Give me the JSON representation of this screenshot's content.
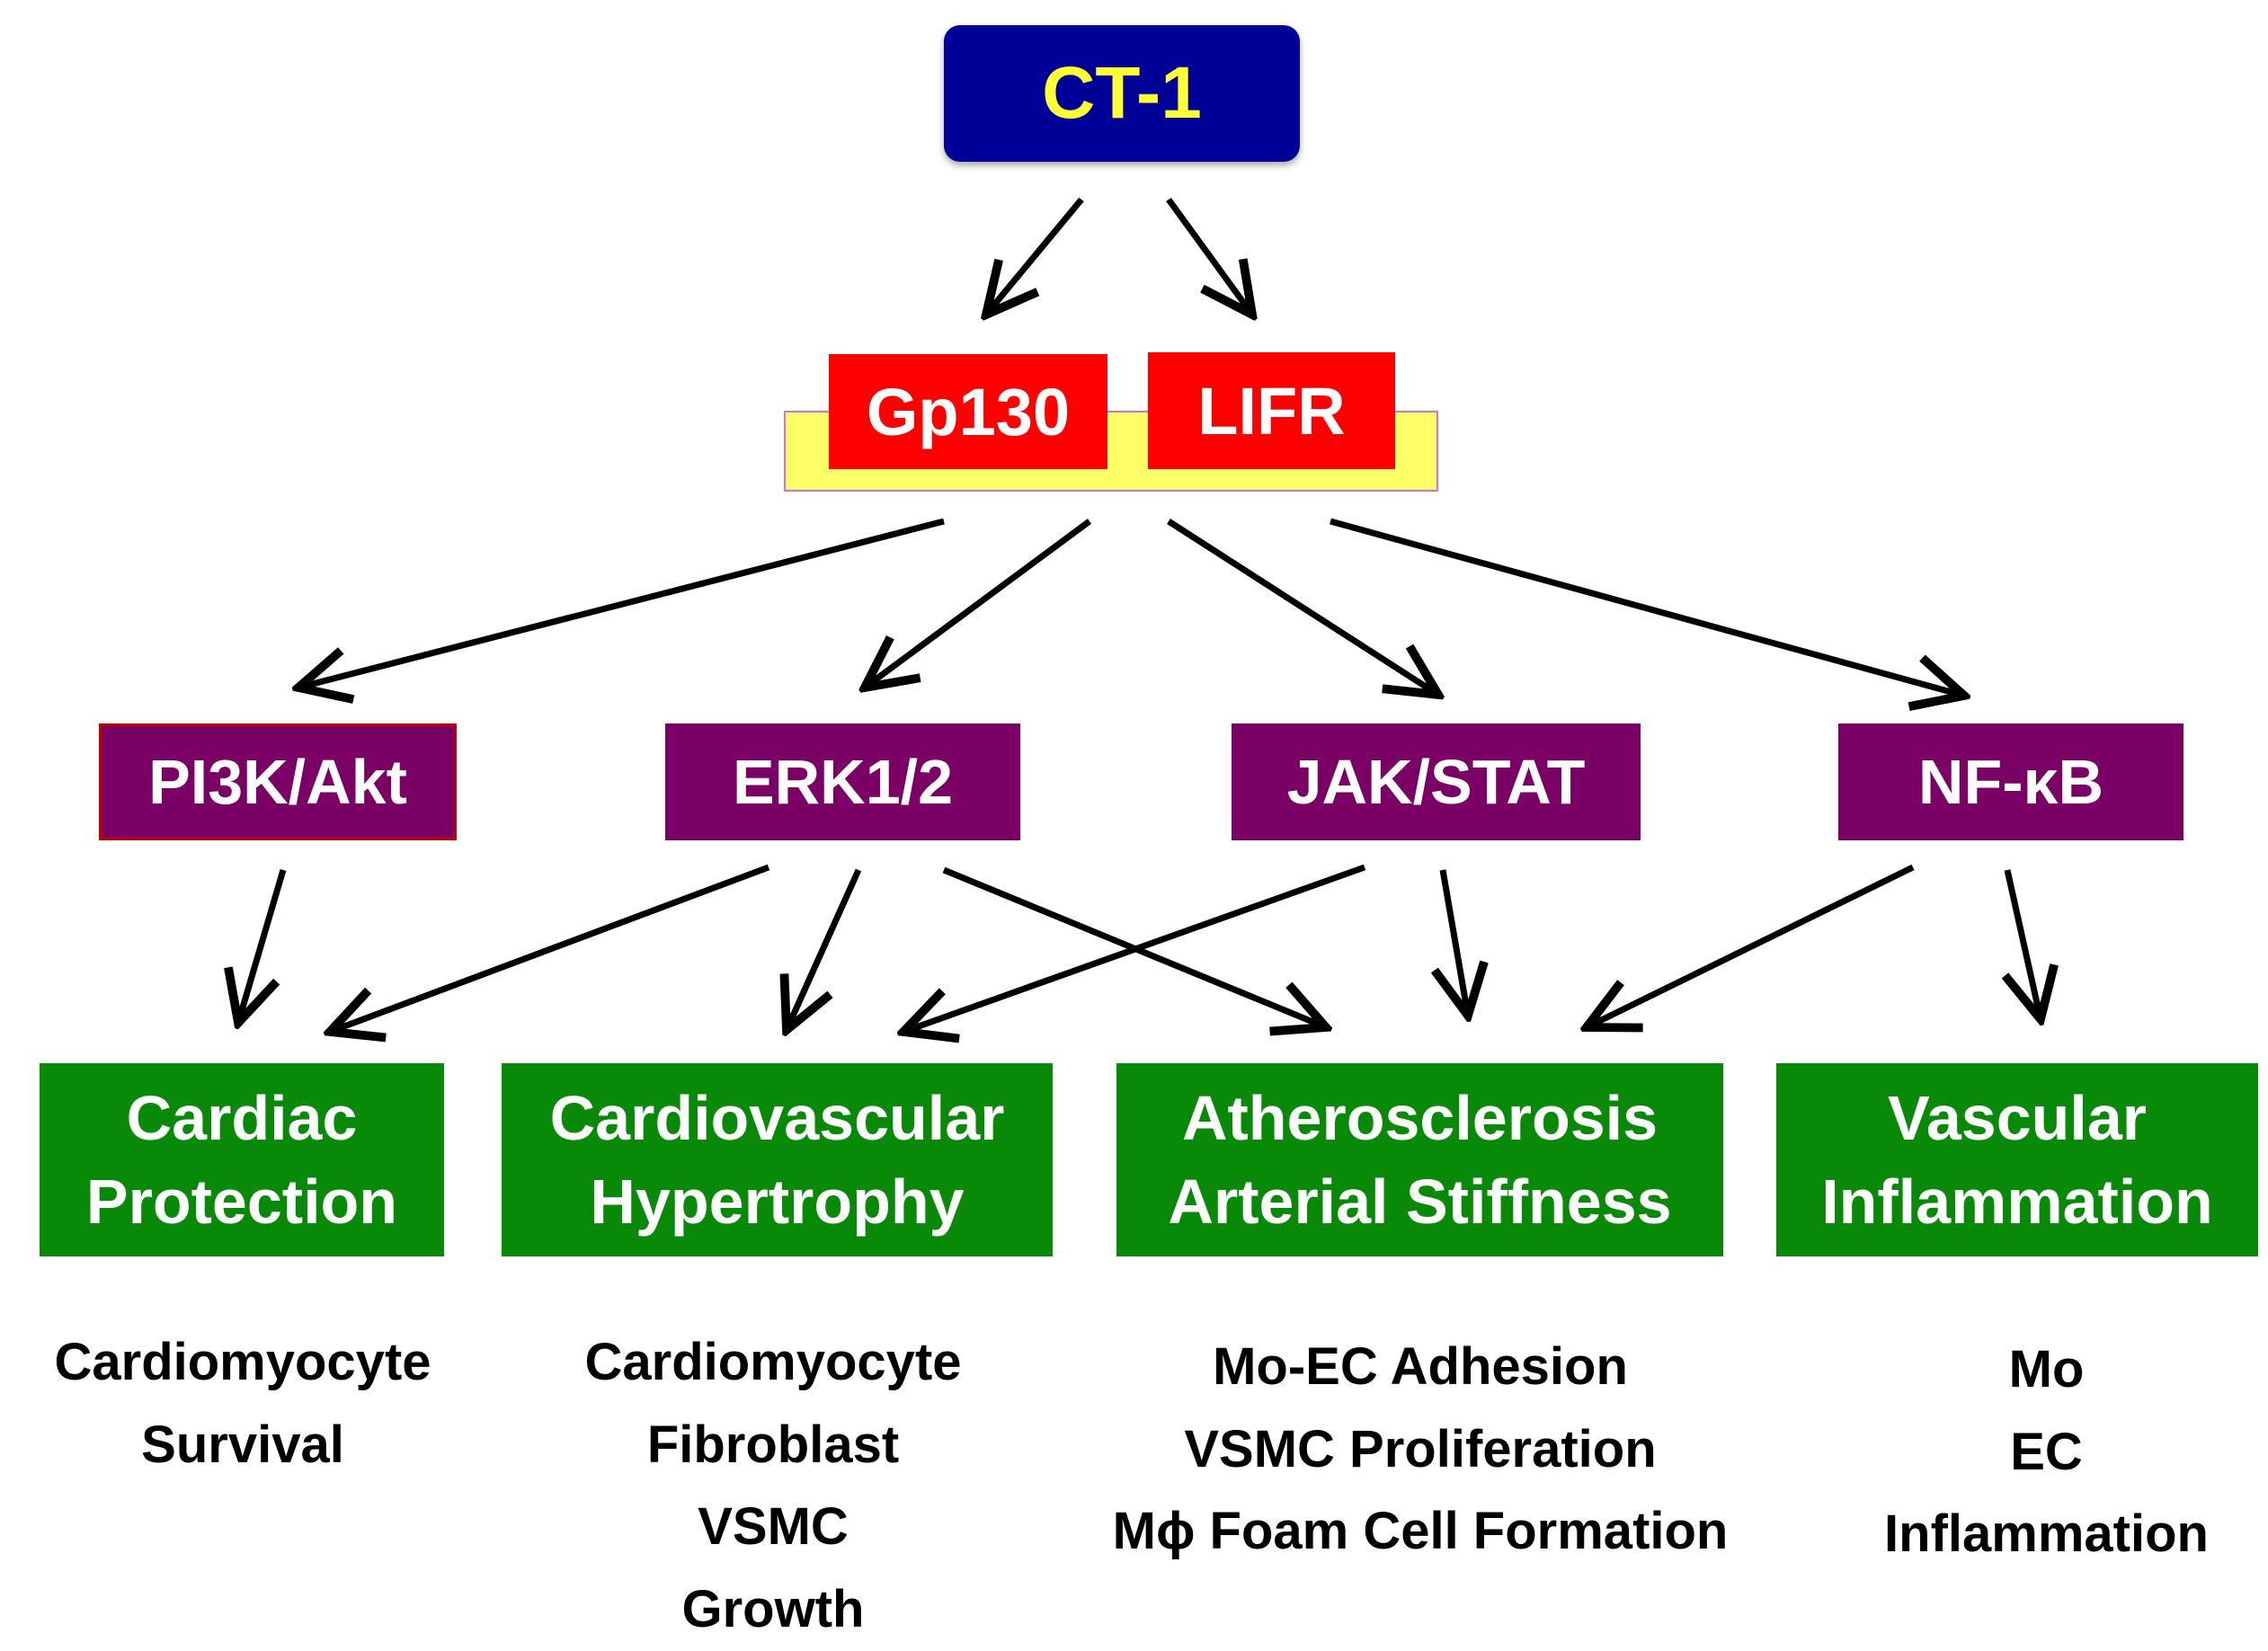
{
  "colors": {
    "ct1_bg": "#000099",
    "ct1_text": "#ffff33",
    "receptor_bg": "#ff0000",
    "membrane_bg": "#ffff66",
    "pathway_bg": "#7a0066",
    "outcome_bg": "#088a08",
    "arrow": "#000000"
  },
  "ligand": "CT-1",
  "receptors": {
    "gp130": "Gp130",
    "lifr": "LIFR"
  },
  "pathways": {
    "pi3k": "PI3K/Akt",
    "erk": "ERK1/2",
    "jak": "JAK/STAT",
    "nfkb": "NF-κB"
  },
  "outcomes": {
    "cardiac_protection": [
      "Cardiac",
      "Protection"
    ],
    "hypertrophy": [
      "Cardiovascular",
      "Hypertrophy"
    ],
    "atherosclerosis": [
      "Atherosclerosis",
      "Arterial Stiffness"
    ],
    "inflammation": [
      "Vascular",
      "Inflammation"
    ]
  },
  "notes": {
    "protection": [
      "Cardiomyocyte",
      "Survival"
    ],
    "hypertrophy": [
      "Cardiomyocyte",
      "Fibroblast",
      "VSMC",
      "Growth"
    ],
    "atherosclerosis": [
      "Mo-EC Adhesion",
      "VSMC Proliferation",
      "Mϕ Foam Cell Formation"
    ],
    "inflammation": [
      "Mo",
      "EC",
      "Inflammation"
    ]
  },
  "edges": [
    [
      "ct1",
      "gp130"
    ],
    [
      "ct1",
      "lifr"
    ],
    [
      "receptor",
      "pi3k"
    ],
    [
      "receptor",
      "erk"
    ],
    [
      "receptor",
      "jak"
    ],
    [
      "receptor",
      "nfkb"
    ],
    [
      "pi3k",
      "cardiac_protection"
    ],
    [
      "erk",
      "cardiac_protection"
    ],
    [
      "erk",
      "hypertrophy"
    ],
    [
      "erk",
      "atherosclerosis"
    ],
    [
      "jak",
      "hypertrophy"
    ],
    [
      "jak",
      "atherosclerosis"
    ],
    [
      "nfkb",
      "atherosclerosis"
    ],
    [
      "nfkb",
      "inflammation"
    ]
  ]
}
